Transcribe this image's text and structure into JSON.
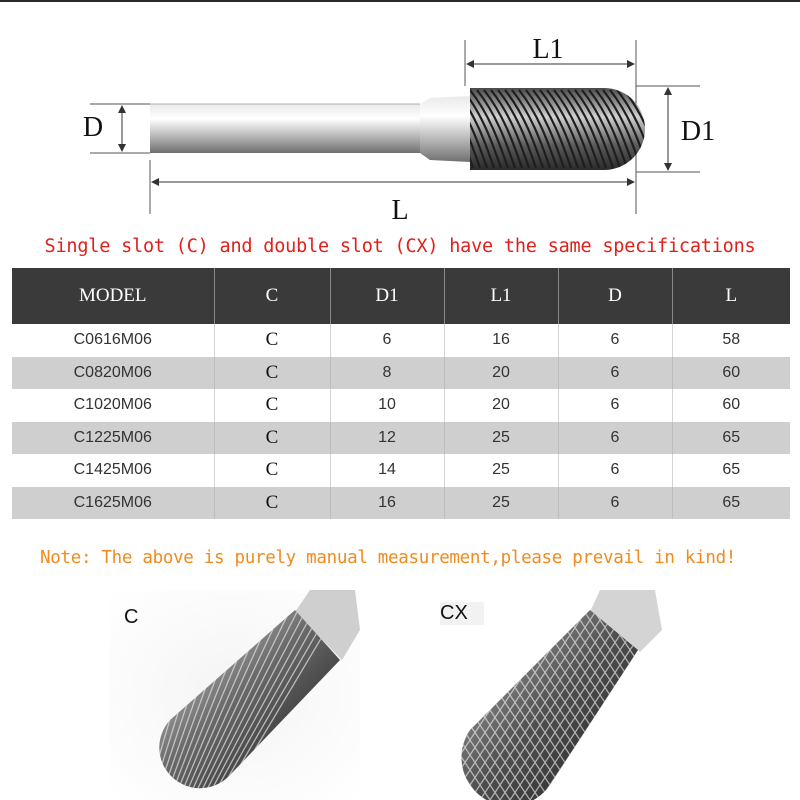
{
  "diagram": {
    "labels": {
      "length_head": "L1",
      "diameter_head": "D1",
      "diameter_shank": "D",
      "total_length": "L"
    }
  },
  "headline": "Single slot (C) and double slot (CX) have the same specifications",
  "table": {
    "headers": [
      "MODEL",
      "C",
      "D1",
      "L1",
      "D",
      "L"
    ],
    "rows": [
      [
        "C0616M06",
        "C",
        "6",
        "16",
        "6",
        "58"
      ],
      [
        "C0820M06",
        "C",
        "8",
        "20",
        "6",
        "60"
      ],
      [
        "C1020M06",
        "C",
        "10",
        "20",
        "6",
        "60"
      ],
      [
        "C1225M06",
        "C",
        "12",
        "25",
        "6",
        "65"
      ],
      [
        "C1425M06",
        "C",
        "14",
        "25",
        "6",
        "65"
      ],
      [
        "C1625M06",
        "C",
        "16",
        "25",
        "6",
        "65"
      ]
    ]
  },
  "note": "Note: The above is purely manual measurement,please prevail in kind!",
  "photos": {
    "single_label": "C",
    "double_label": "CX"
  },
  "colors": {
    "headline": "#e0201c",
    "note": "#f28a1e",
    "table_header": "#3a3a3a",
    "row_alt": "#cfcfcf"
  }
}
